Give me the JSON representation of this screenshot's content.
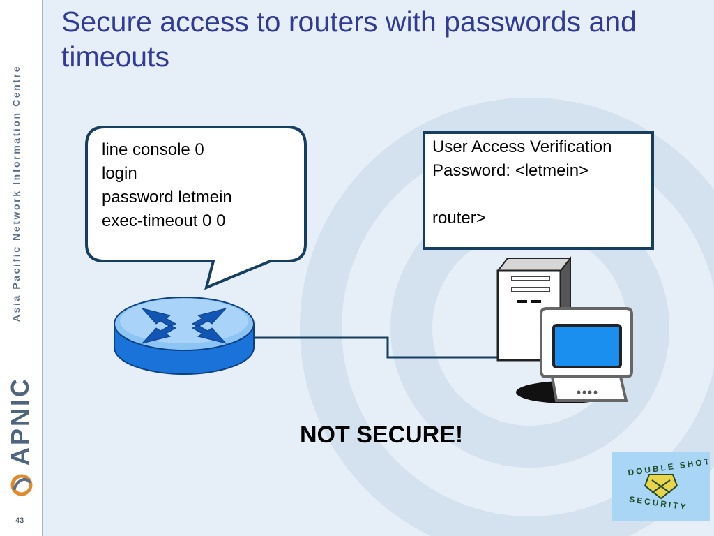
{
  "slide": {
    "title": "Secure access to routers with passwords and timeouts",
    "page_number": "43",
    "sidebar": {
      "organization": "Asia Pacific Network Information Centre",
      "brand": "APNIC"
    },
    "config_bubble": {
      "lines": [
        "line console 0",
        "login",
        "password letmein",
        "exec-timeout 0 0"
      ]
    },
    "terminal": {
      "line1": "User Access Verification",
      "line2": "Password: <letmein>",
      "line3": "router>"
    },
    "warning": "NOT SECURE!",
    "stamp": {
      "line1": "DOUBLE SHOT",
      "line2": "SECURITY"
    },
    "colors": {
      "title": "#2f3a99",
      "background": "#e6eef7",
      "router_blue": "#1a73d9",
      "frame": "#163e60"
    },
    "icons": [
      "router-icon",
      "desktop-computer-icon",
      "apnic-logo-icon"
    ]
  }
}
